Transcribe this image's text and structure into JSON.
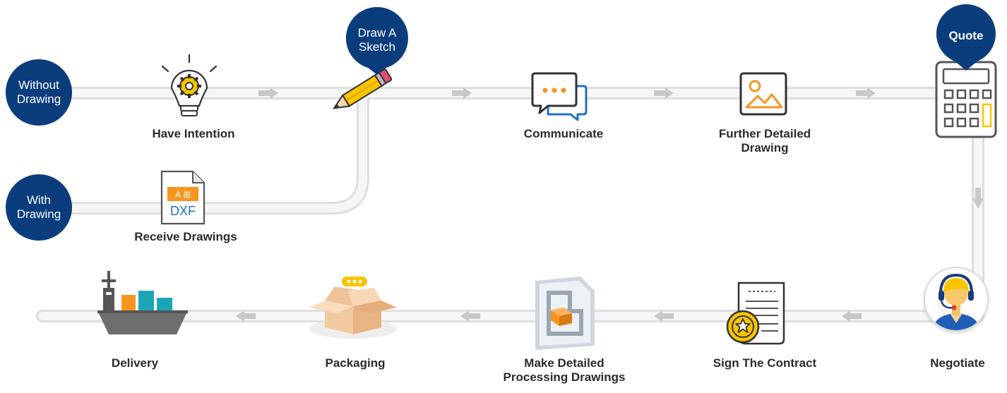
{
  "start_nodes": {
    "without_drawing": [
      "Without",
      "Drawing"
    ],
    "with_drawing": [
      "With",
      "Drawing"
    ]
  },
  "callouts": {
    "draw_sketch": [
      "Draw A",
      "Sketch"
    ],
    "quote": "Quote"
  },
  "steps": {
    "have_intention": "Have Intention",
    "receive_drawings": "Receive Drawings",
    "dxf_text": "DXF",
    "dxf_banner": "A ⊞",
    "communicate": "Communicate",
    "further_detailed": [
      "Further Detailed",
      "Drawing"
    ],
    "negotiate": "Negotiate",
    "sign_contract": "Sign The Contract",
    "make_detailed": [
      "Make Detailed",
      "Processing Drawings"
    ],
    "packaging": "Packaging",
    "delivery": "Delivery"
  },
  "colors": {
    "navy": "#0b3d7c",
    "orange": "#f7941d",
    "yellow": "#f9c400",
    "teal": "#1aa6b7",
    "track": "#e9e9e9",
    "arrow": "#c9c9c9",
    "text": "#2b2b2b"
  },
  "icons": [
    "lightbulb-gear-icon",
    "dxf-file-icon",
    "pencil-icon",
    "chat-bubble-icon",
    "image-icon",
    "calculator-icon",
    "support-agent-icon",
    "contract-icon",
    "drawing-document-icon",
    "box-icon",
    "cargo-ship-icon"
  ]
}
